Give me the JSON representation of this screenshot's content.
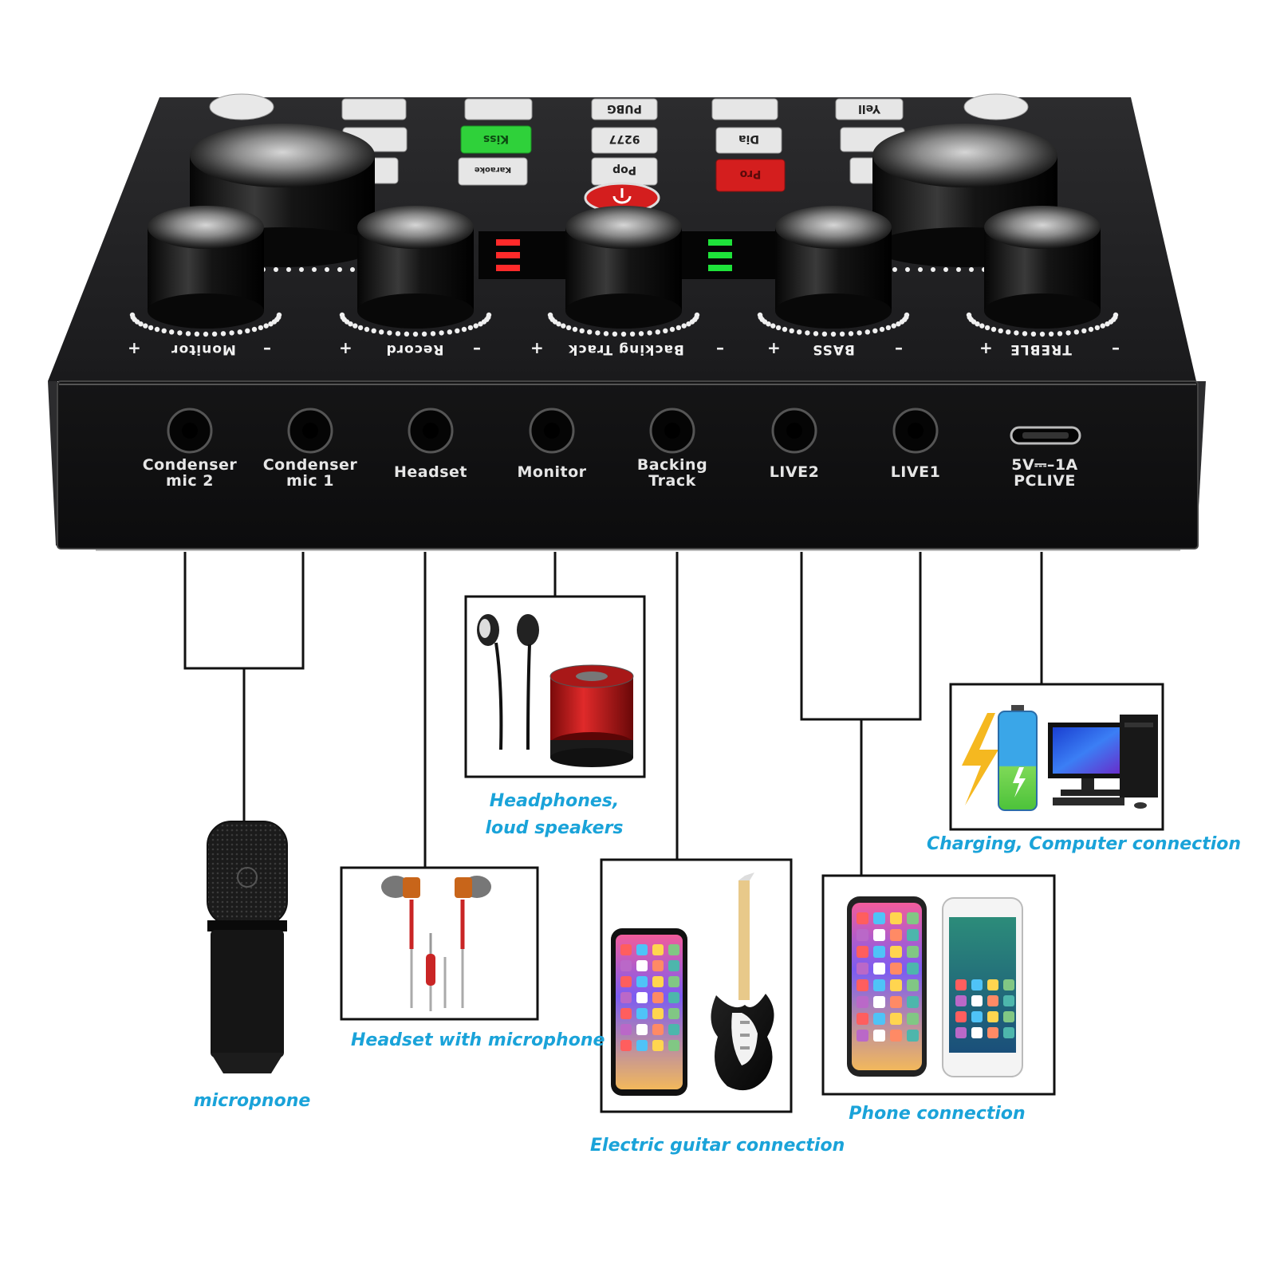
{
  "ports": [
    {
      "id": "condenser-mic-2",
      "label": "Condenser\nmic 2"
    },
    {
      "id": "condenser-mic-1",
      "label": "Condenser\nmic 1"
    },
    {
      "id": "headset",
      "label": "Headset"
    },
    {
      "id": "monitor",
      "label": "Monitor"
    },
    {
      "id": "backing-track",
      "label": "Backing\nTrack"
    },
    {
      "id": "live2",
      "label": "LIVE2"
    },
    {
      "id": "live1",
      "label": "LIVE1"
    },
    {
      "id": "pclive",
      "label": "5V⎓–1A\nPCLIVE"
    }
  ],
  "knobs": [
    {
      "id": "monitor",
      "label": "Monitor"
    },
    {
      "id": "record",
      "label": "Record"
    },
    {
      "id": "backing-track",
      "label": "Backing Track"
    },
    {
      "id": "bass",
      "label": "BASS"
    },
    {
      "id": "treble",
      "label": "TREBLE"
    }
  ],
  "plus_sign": "+",
  "minus_sign": "–",
  "buttons": {
    "pubg": "PUBG",
    "pop": "Pop",
    "yell": "Yell",
    "dia": "Dia",
    "code_9277": "9277",
    "kiss": "Kiss",
    "karaoke": "Karaoke",
    "pro": "Pro"
  },
  "captions": {
    "headphones": "Headphones,\nloud speakers",
    "charging": "Charging, Computer connection",
    "headset": "Headset with microphone",
    "guitar": "Electric guitar connection",
    "phone": "Phone connection",
    "microphone": "micropnone"
  },
  "colors": {
    "caption": "#1aa3d9",
    "device_body": "#1b1b1d",
    "green_button": "#2fd13a",
    "red_button": "#d41e1e",
    "led_red": "#ff2a2a",
    "led_green": "#1ee33a"
  }
}
